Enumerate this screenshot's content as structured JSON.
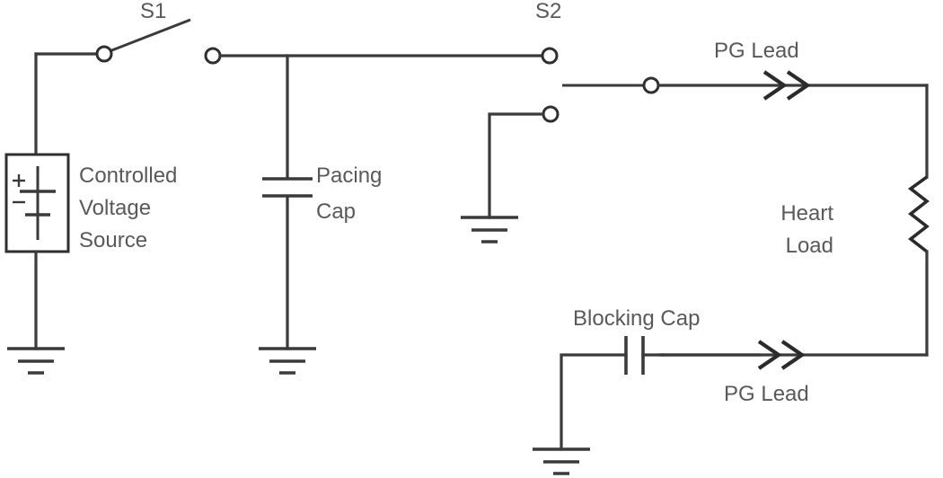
{
  "diagram": {
    "title": "Pacing output circuit schematic",
    "background_color": "#ffffff",
    "wire_color": "#3a3a3a",
    "label_color": "#595959",
    "labels": {
      "s1": "S1",
      "s2": "S2",
      "controlled_voltage_source_line1": "Controlled",
      "controlled_voltage_source_line2": "Voltage",
      "controlled_voltage_source_line3": "Source",
      "pacing_cap_line1": "Pacing",
      "pacing_cap_line2": "Cap",
      "pg_lead_top": "PG Lead",
      "pg_lead_bottom": "PG Lead",
      "heart_load_line1": "Heart",
      "heart_load_line2": "Load",
      "blocking_cap": "Blocking Cap",
      "source_plus": "+",
      "source_minus": "−"
    },
    "components": [
      {
        "id": "controlled-voltage-source",
        "type": "voltage-source",
        "label": "Controlled Voltage Source",
        "terminals": [
          "+",
          "−"
        ]
      },
      {
        "id": "s1",
        "type": "spst-switch",
        "label": "S1",
        "state": "open"
      },
      {
        "id": "pacing-cap",
        "type": "capacitor",
        "label": "Pacing Cap",
        "orientation": "horizontal-plates"
      },
      {
        "id": "s2",
        "type": "spdt-switch",
        "label": "S2",
        "poles": 1,
        "throws": 2
      },
      {
        "id": "heart-load",
        "type": "resistor",
        "label": "Heart Load",
        "orientation": "vertical"
      },
      {
        "id": "blocking-cap",
        "type": "capacitor",
        "label": "Blocking Cap",
        "orientation": "vertical-plates"
      },
      {
        "id": "pg-lead-top",
        "type": "lead-marker",
        "label": "PG Lead",
        "glyph": "double-chevron"
      },
      {
        "id": "pg-lead-bottom",
        "type": "lead-marker",
        "label": "PG Lead",
        "glyph": "double-chevron"
      },
      {
        "id": "ground-source",
        "type": "ground"
      },
      {
        "id": "ground-pacing-cap",
        "type": "ground"
      },
      {
        "id": "ground-s2",
        "type": "ground"
      },
      {
        "id": "ground-blocking-cap",
        "type": "ground"
      }
    ]
  }
}
